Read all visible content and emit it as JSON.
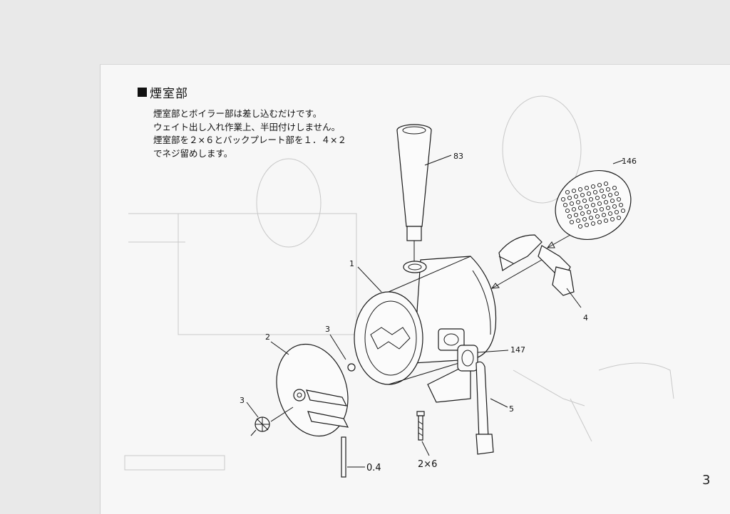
{
  "section": {
    "title": "煙室部",
    "lines": [
      "煙室部とボイラー部は差し込むだけです。",
      "ウェイト出し入れ作業上、半田付けしません。",
      "煙室部を２×６とバックプレート部を１．４×２",
      "でネジ留めします。"
    ]
  },
  "labels": {
    "p83": "83",
    "p146": "146",
    "p1": "1",
    "p4": "4",
    "p3a": "3",
    "p2": "2",
    "p3b": "3",
    "p147": "147",
    "p5": "5",
    "p04": "0.4",
    "p2x6": "2×6"
  },
  "page_number": "3"
}
